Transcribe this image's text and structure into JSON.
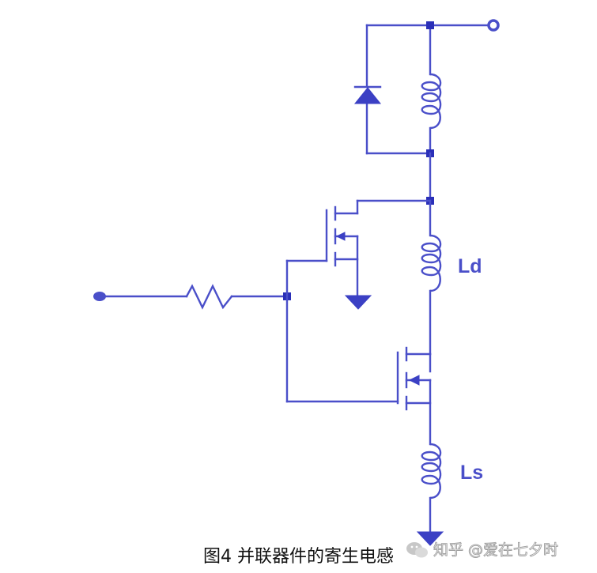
{
  "labels": {
    "drain_inductor": "Ld",
    "source_inductor": "Ls"
  },
  "caption": "图4 并联器件的寄生电感",
  "watermark": "知乎 @爱在七夕时",
  "colors": {
    "wire": "#4a4fc9",
    "node": "#2a2fb8",
    "caption": "#111111"
  }
}
